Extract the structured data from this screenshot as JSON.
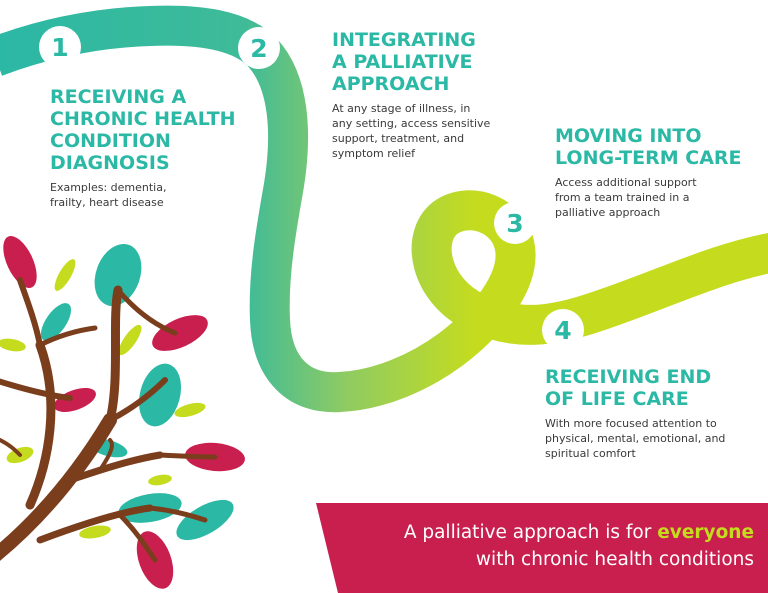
{
  "colors": {
    "teal": "#2bb8a5",
    "lime": "#c5dc1e",
    "crimson": "#c81f4e",
    "branch": "#7a3e1d",
    "text": "#3a3a3a"
  },
  "steps": [
    {
      "number": "1",
      "title": "RECEIVING A\nCHRONIC HEALTH\nCONDITION\nDIAGNOSIS",
      "description": "Examples: dementia,\nfrailty, heart disease"
    },
    {
      "number": "2",
      "title": "INTEGRATING\nA PALLIATIVE\nAPPROACH",
      "description": "At any stage of illness, in\nany setting, access sensitive\nsupport, treatment, and\nsymptom relief"
    },
    {
      "number": "3",
      "title": "MOVING INTO\nLONG-TERM CARE",
      "description": "Access additional support\nfrom a team trained in a\npalliative approach"
    },
    {
      "number": "4",
      "title": "RECEIVING END\nOF LIFE CARE",
      "description": "With more focused attention to\nphysical, mental, emotional, and\nspiritual comfort"
    }
  ],
  "banner": {
    "text_before": "A palliative approach is for ",
    "highlight": "everyone",
    "text_after": "with chronic health conditions"
  },
  "icons": {
    "tree": "tree-illustration",
    "path": "journey-ribbon"
  }
}
